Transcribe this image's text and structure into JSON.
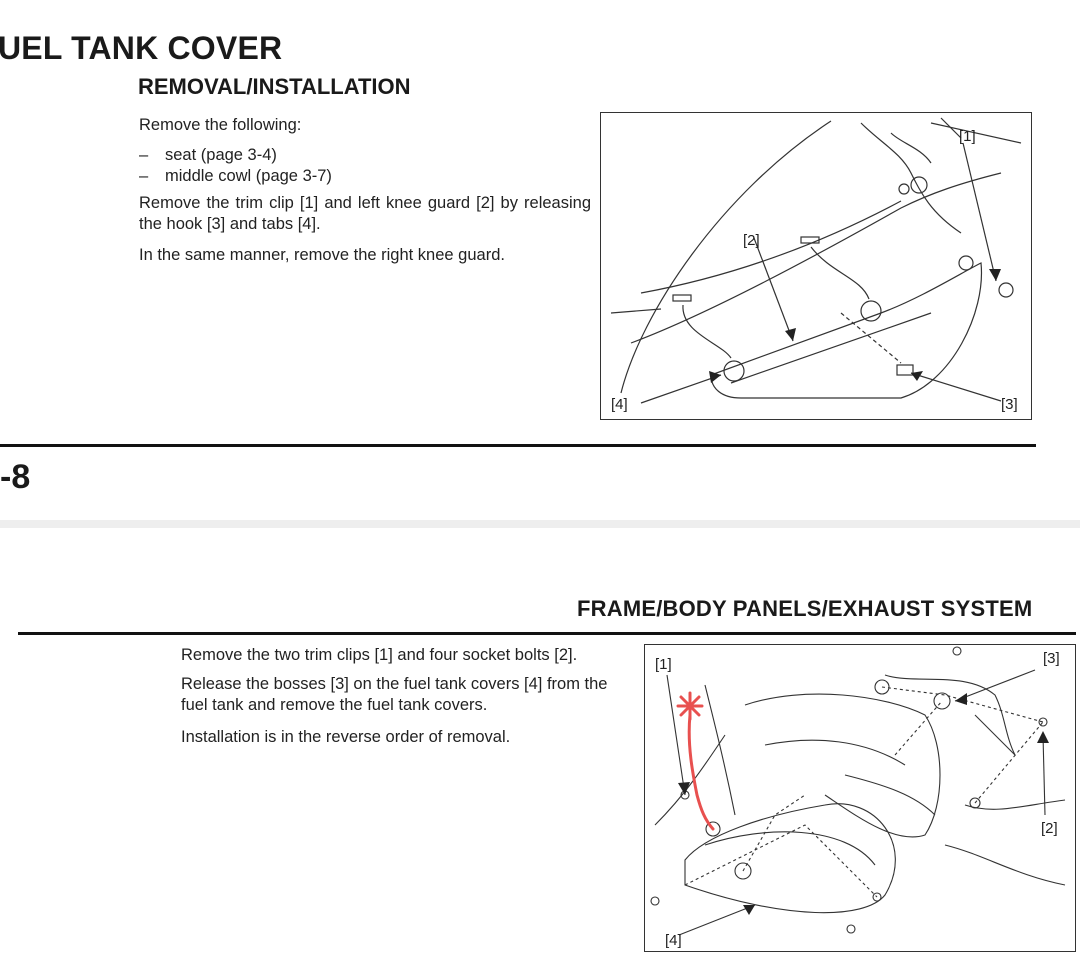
{
  "page_top": {
    "chapter_title": "UEL TANK COVER",
    "section_title": "REMOVAL/INSTALLATION",
    "intro": "Remove the following:",
    "list_items": [
      "seat (page 3-4)",
      "middle cowl (page 3-7)"
    ],
    "list_dash": "–",
    "paragraph_1": "Remove the trim clip [1] and left knee guard [2] by releasing the hook [3] and tabs [4].",
    "paragraph_2": "In the same manner, remove the right knee guard.",
    "page_number": "-8",
    "figure_callouts": [
      "[1]",
      "[2]",
      "[3]",
      "[4]"
    ]
  },
  "page_bottom": {
    "section_header": "FRAME/BODY PANELS/EXHAUST SYSTEM",
    "paragraph_1": "Remove the two trim clips [1] and four socket bolts [2].",
    "paragraph_2": "Release the bosses [3] on the fuel tank covers [4] from the fuel tank and remove the fuel tank covers.",
    "paragraph_3": "Installation is in the reverse order of removal.",
    "figure_callouts": [
      "[1]",
      "[2]",
      "[3]",
      "[4]"
    ],
    "annotation_color": "#e8504f"
  }
}
